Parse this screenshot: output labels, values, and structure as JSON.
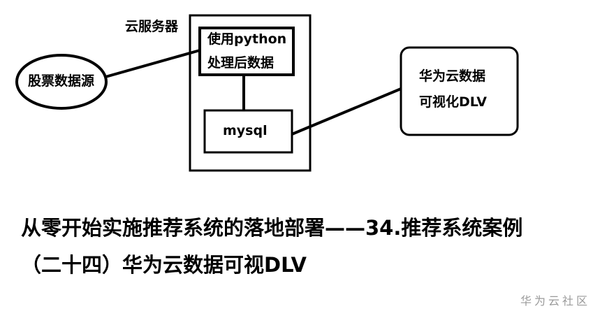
{
  "diagram": {
    "server_label": "云服务器",
    "processing_box": {
      "line1": "使用python",
      "line2": "处理后数据"
    },
    "database_label": "mysql",
    "source_label": "股票数据源",
    "visualization_box": {
      "line1": "华为云数据",
      "line2": "可视化DLV"
    }
  },
  "title": {
    "line1": "从零开始实施推荐系统的落地部署——34.推荐系统案例",
    "line2": "（二十四）华为云数据可视DLV"
  },
  "watermark": "华为云社区"
}
